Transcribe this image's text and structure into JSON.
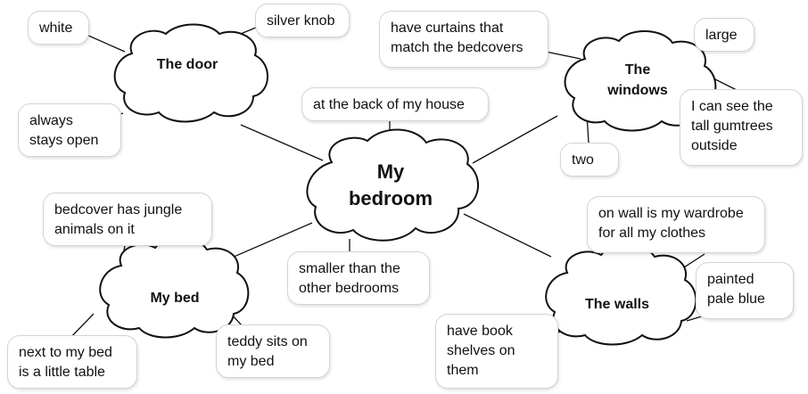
{
  "diagram": {
    "center": {
      "label": "My\nbedroom"
    },
    "topics": {
      "door": "The door",
      "windows": "The\nwindows",
      "bed": "My bed",
      "walls": "The walls"
    },
    "notes": {
      "white": "white",
      "silver_knob": "silver knob",
      "always_open": "always\nstays open",
      "back_of_house": "at the back of my house",
      "curtains": "have curtains that\nmatch the bedcovers",
      "large": "large",
      "gumtrees": "I can see the\ntall gumtrees\noutside",
      "two": "two",
      "jungle": "bedcover has jungle\nanimals on it",
      "smaller": "smaller than the\nother bedrooms",
      "wardrobe": "on wall is my wardrobe\nfor all my clothes",
      "pale_blue": "painted\npale blue",
      "little_table": "next to my bed\nis a little table",
      "teddy": "teddy sits on\nmy bed",
      "book_shelves": "have book\nshelves on\nthem"
    }
  }
}
